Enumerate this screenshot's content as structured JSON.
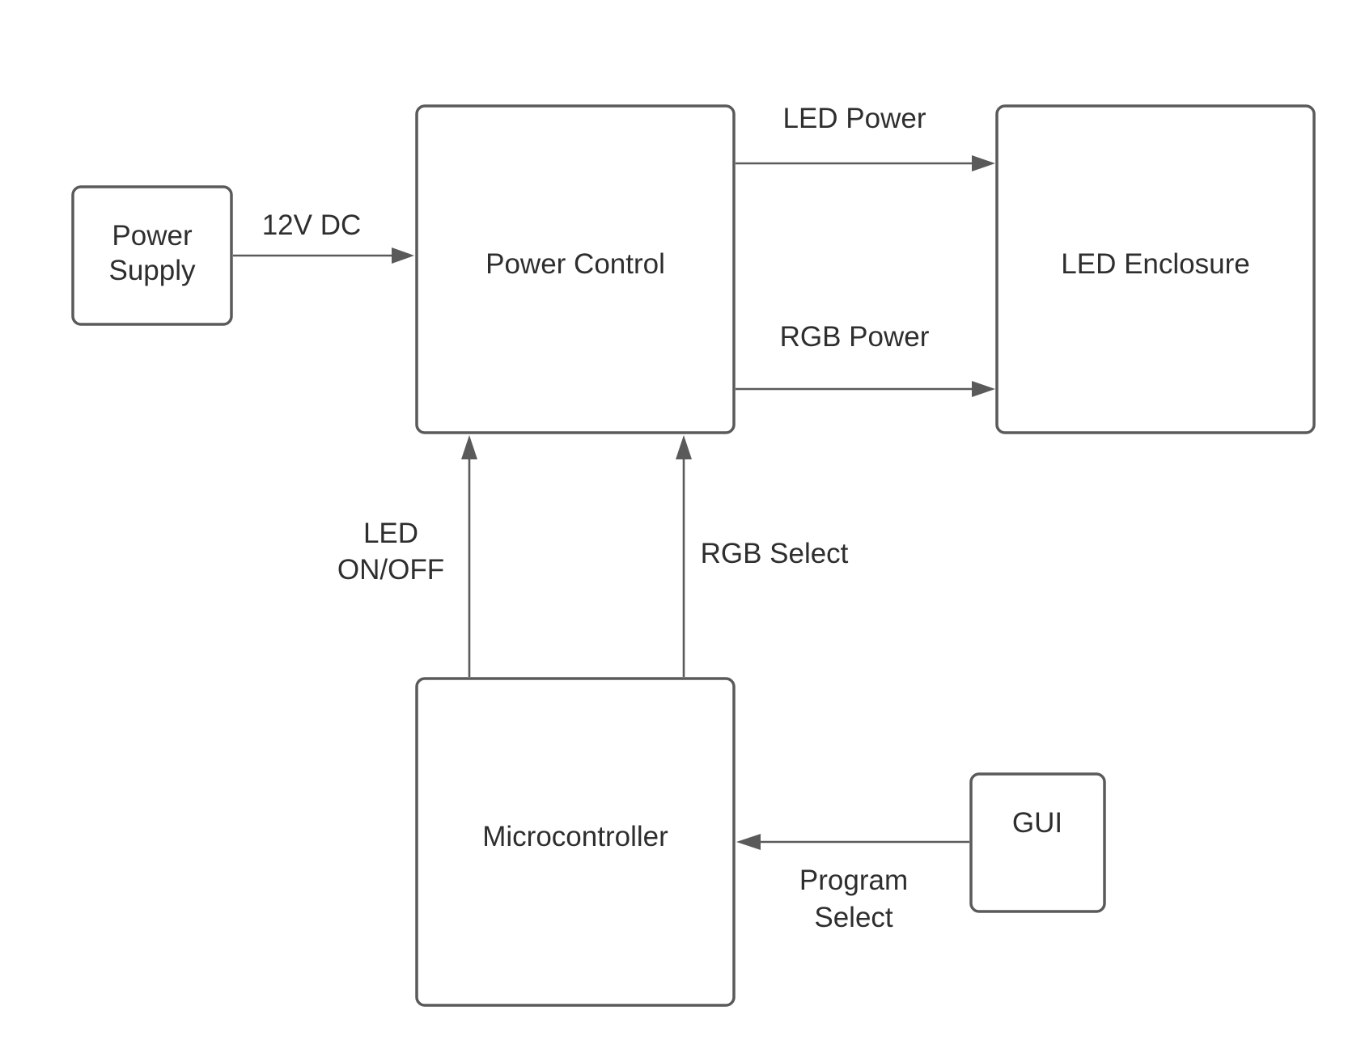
{
  "nodes": {
    "power_supply": [
      "Power",
      "Supply"
    ],
    "power_control": "Power Control",
    "led_enclosure": "LED Enclosure",
    "microcontroller": "Microcontroller",
    "gui": "GUI"
  },
  "edges": {
    "dc_12v": "12V DC",
    "led_power": "LED Power",
    "rgb_power": "RGB Power",
    "led_on_off": [
      "LED",
      "ON/OFF"
    ],
    "rgb_select": "RGB Select",
    "program_select": [
      "Program",
      "Select"
    ]
  },
  "colors": {
    "stroke": "#5a5a5a",
    "text": "#2e2e2e",
    "background": "#ffffff"
  }
}
